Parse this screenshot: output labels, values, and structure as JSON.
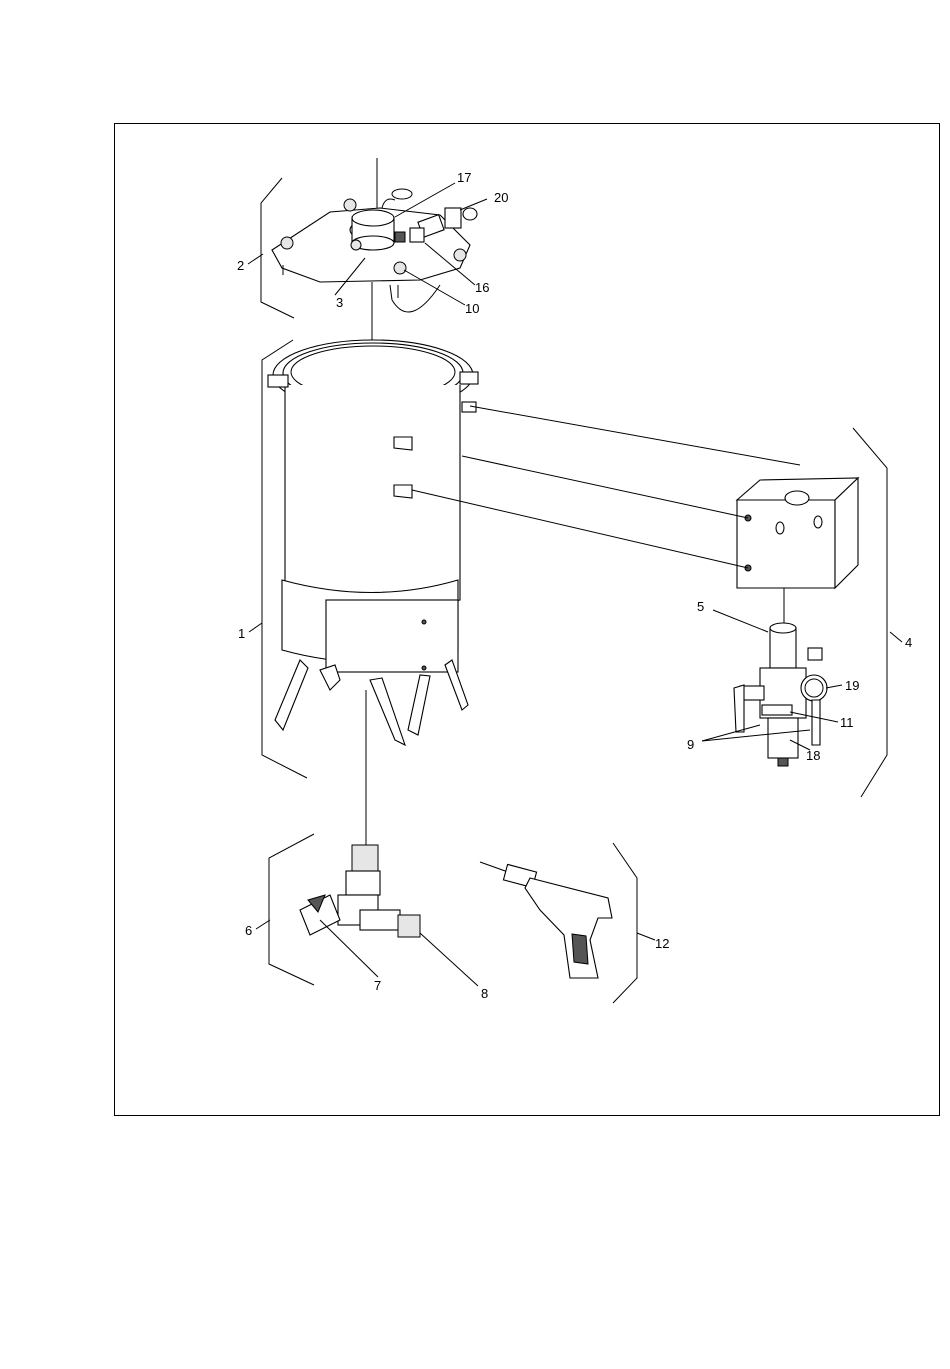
{
  "diagram": {
    "callouts": {
      "c1": "1",
      "c2": "2",
      "c3": "3",
      "c4": "4",
      "c5": "5",
      "c6": "6",
      "c7": "7",
      "c8": "8",
      "c9": "9",
      "c10": "10",
      "c11": "11",
      "c12": "12",
      "c16": "16",
      "c17": "17",
      "c18": "18",
      "c19": "19",
      "c20": "20"
    }
  }
}
